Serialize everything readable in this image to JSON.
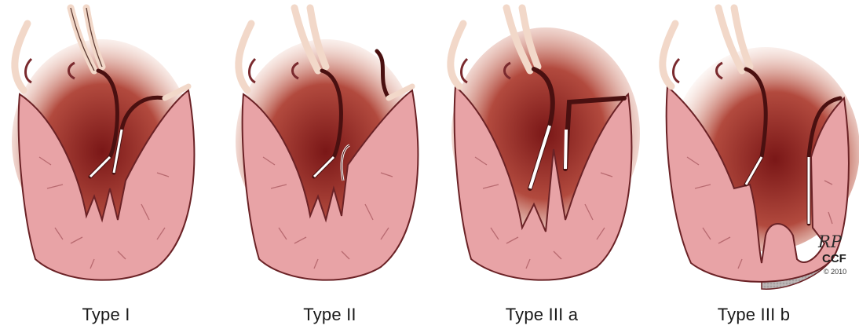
{
  "panels": [
    {
      "id": "type-1",
      "label": "Type I"
    },
    {
      "id": "type-2",
      "label": "Type II"
    },
    {
      "id": "type-3a",
      "label": "Type III a"
    },
    {
      "id": "type-3b",
      "label": "Type III b"
    }
  ],
  "credit": {
    "signature": "RP",
    "organization": "CCF",
    "copyright": "© 2010"
  },
  "colors": {
    "myocardium": "#e8a3a6",
    "myocardium_line": "#7a2a2e",
    "cavity_dark": "#8a2020",
    "cavity_light": "#e8a58f",
    "vessel_outer": "#f2d8c9",
    "pacing_lead": "#5a1414",
    "fibrosis": "#b8b2b2"
  }
}
